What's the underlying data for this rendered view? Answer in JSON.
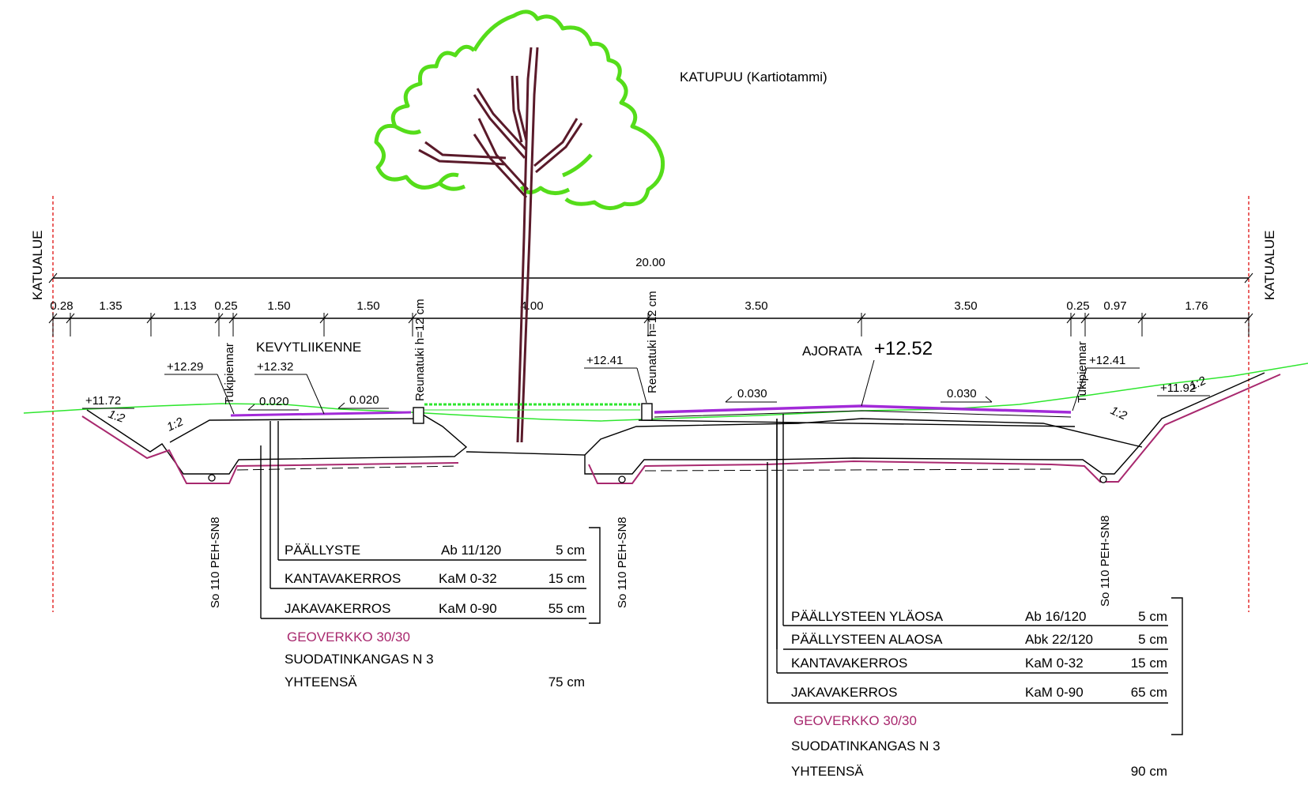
{
  "colors": {
    "ground": "#2ee62e",
    "tree_foliage": "#55dd1a",
    "tree_trunk": "#5a1a2a",
    "pavement": "#a22ad8",
    "geogrid": "#a8286e",
    "boundary": "#e02020",
    "ink": "#000000"
  },
  "icons": {
    "tree": "tree-icon",
    "drain_pipe": "pipe-circle-icon"
  },
  "tree_label": "KATUPUU (Kartiotammi)",
  "boundary_labels": {
    "left": "KATUALUE",
    "right": "KATUALUE"
  },
  "total_width": "20.00",
  "segments": [
    "0.28",
    "1.35",
    "1.13",
    "0.25",
    "1.50",
    "1.50",
    "4.00",
    "3.50",
    "3.50",
    "0.25",
    "0.97",
    "1.76"
  ],
  "labels": {
    "kevytliikenne": "KEVYTLIIKENNE",
    "ajorata": "AJORATA",
    "ajorata_elev": "+12.52",
    "reunatuki_left": "Reunatuki h=12 cm",
    "reunatuki_right": "Reunatuki h=12 cm",
    "tukipiennar_left": "Tukipiennar",
    "tukipiennar_right": "Tukipiennar",
    "drain_1": "So 110 PEH-SN8",
    "drain_2": "So 110 PEH-SN8",
    "drain_3": "So 110 PEH-SN8"
  },
  "elevations": {
    "e_1172": "+11.72",
    "e_1229": "+12.29",
    "e_1232": "+12.32",
    "e_1241_left": "+12.41",
    "e_1241_right": "+12.41",
    "e_1192": "+11.92"
  },
  "slopes": {
    "s_020_a": "0.020",
    "s_020_b": "0.020",
    "s_030_a": "0.030",
    "s_030_b": "0.030",
    "ratio_1": "1:2",
    "ratio_2": "1:2",
    "ratio_3": "1:2",
    "ratio_4": "1:2"
  },
  "left_layers": {
    "rows": [
      {
        "name": "PÄÄLLYSTE",
        "material": "Ab 11/120",
        "thickness": "5 cm"
      },
      {
        "name": "KANTAVAKERROS",
        "material": "KaM 0-32",
        "thickness": "15 cm"
      },
      {
        "name": "JAKAVAKERROS",
        "material": "KaM 0-90",
        "thickness": "55 cm"
      }
    ],
    "geogrid": "GEOVERKKO 30/30",
    "fabric": "SUODATINKANGAS N 3",
    "total_label": "YHTEENSÄ",
    "total_value": "75 cm"
  },
  "right_layers": {
    "rows": [
      {
        "name": "PÄÄLLYSTEEN YLÄOSA",
        "material": "Ab 16/120",
        "thickness": "5 cm"
      },
      {
        "name": "PÄÄLLYSTEEN ALAOSA",
        "material": "Abk 22/120",
        "thickness": "5 cm"
      },
      {
        "name": "KANTAVAKERROS",
        "material": "KaM 0-32",
        "thickness": "15 cm"
      },
      {
        "name": "JAKAVAKERROS",
        "material": "KaM 0-90",
        "thickness": "65 cm"
      }
    ],
    "geogrid": "GEOVERKKO 30/30",
    "fabric": "SUODATINKANGAS N 3",
    "total_label": "YHTEENSÄ",
    "total_value": "90 cm"
  }
}
